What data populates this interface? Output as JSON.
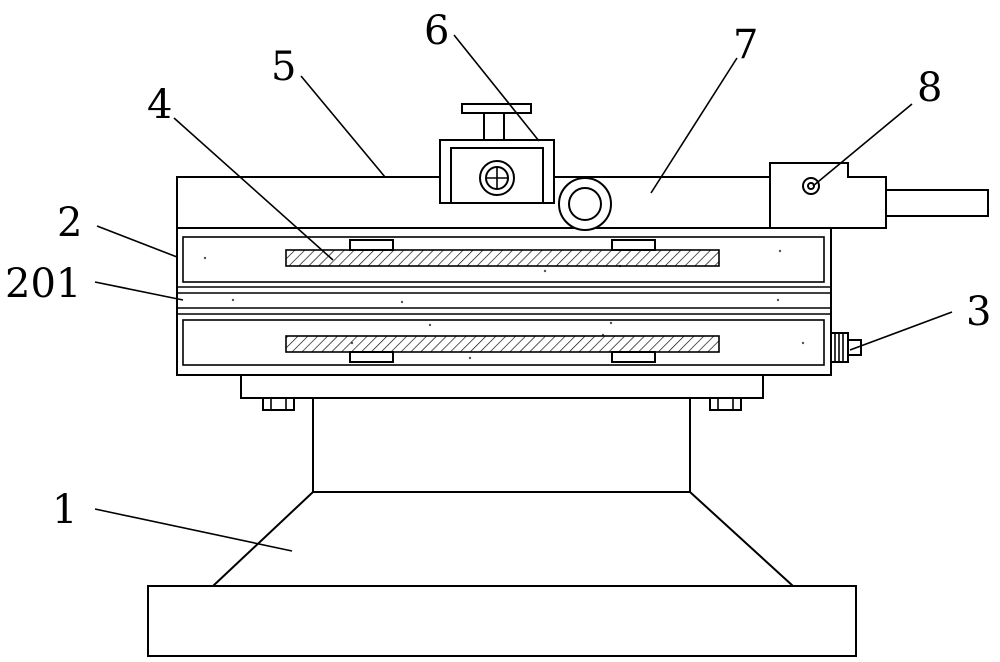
{
  "diagram": {
    "callouts": {
      "part_1": "1",
      "part_2": "2",
      "part_201": "201",
      "part_3": "3",
      "part_4": "4",
      "part_5": "5",
      "part_6": "6",
      "part_7": "7",
      "part_8": "8"
    },
    "colors": {
      "line": "#000000",
      "background": "#ffffff"
    }
  }
}
